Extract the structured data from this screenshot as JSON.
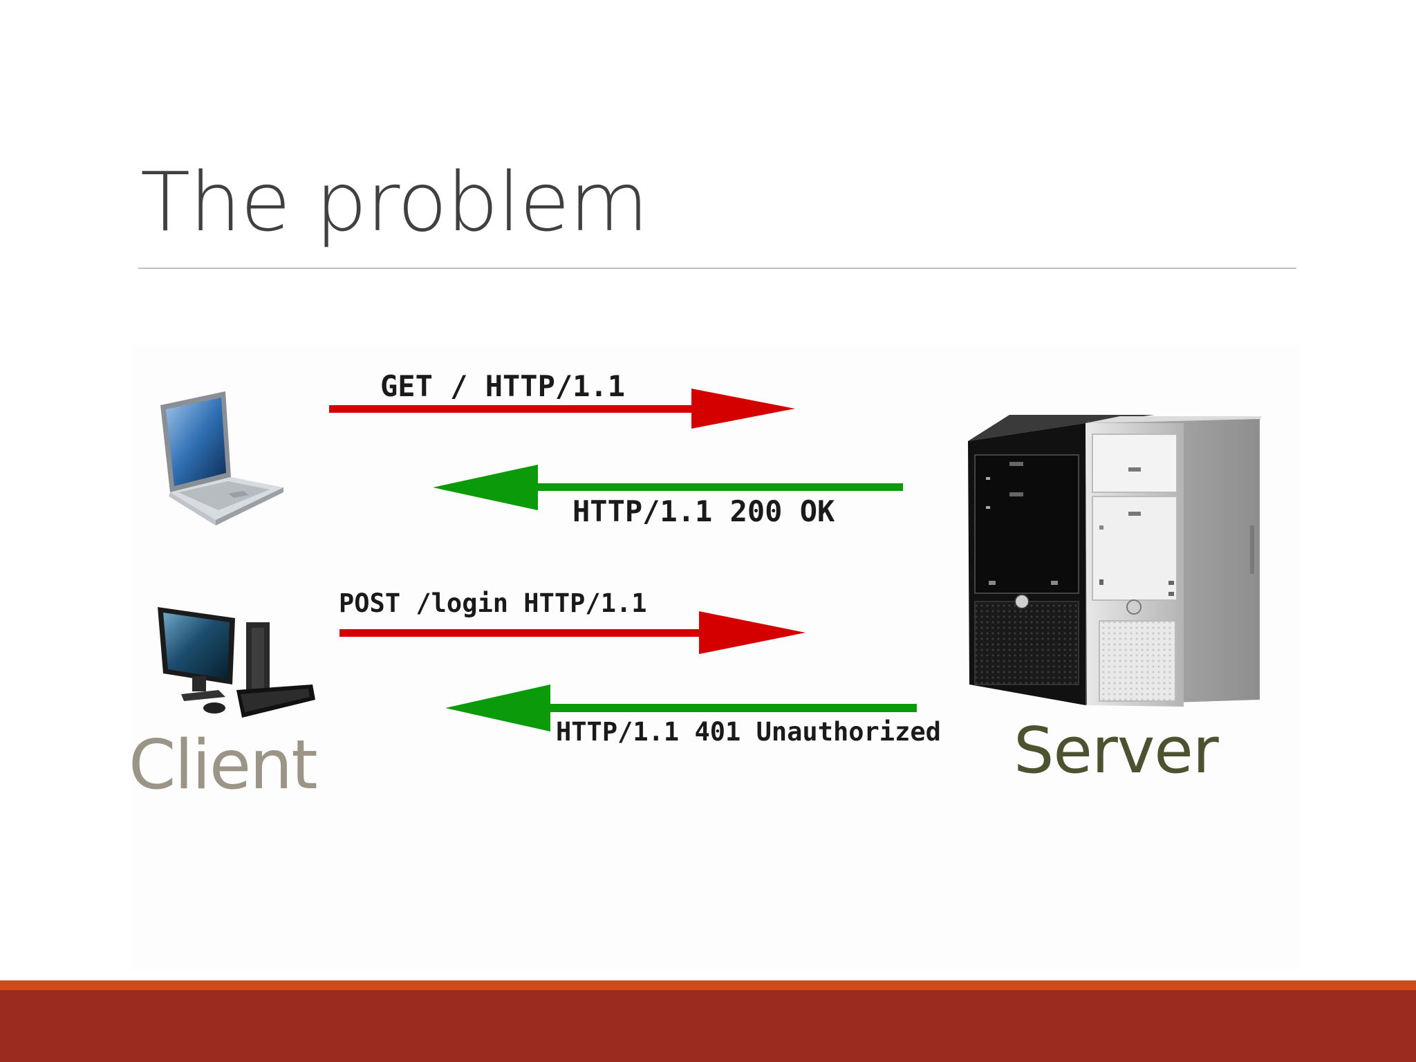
{
  "slide": {
    "title": "The problem"
  },
  "diagram": {
    "messages": [
      {
        "text": "GET / HTTP/1.1",
        "direction": "client-to-server",
        "color": "#d40000"
      },
      {
        "text": "HTTP/1.1 200 OK",
        "direction": "server-to-client",
        "color": "#0a9a0a"
      },
      {
        "text": "POST /login HTTP/1.1",
        "direction": "client-to-server",
        "color": "#d40000"
      },
      {
        "text": "HTTP/1.1 401 Unauthorized",
        "direction": "server-to-client",
        "color": "#0a9a0a"
      }
    ],
    "client_label": "Client",
    "server_label": "Server",
    "icons": [
      "laptop-icon",
      "desktop-computer-icon",
      "server-towers-icon"
    ]
  },
  "theme": {
    "footer_color": "#9a2b1e",
    "footer_accent": "#d14b1a"
  }
}
